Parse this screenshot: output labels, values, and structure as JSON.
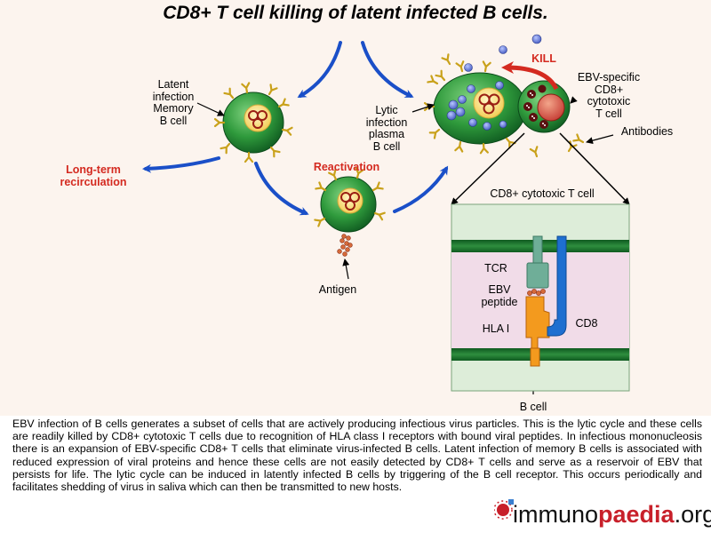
{
  "title": "CD8+ T cell killing of latent infected B cells.",
  "labels": {
    "latent_infection": "Latent\ninfection\nMemory\nB cell",
    "long_term": "Long-term\nrecirculation",
    "reactivation": "Reactivation",
    "antigen": "Antigen",
    "lytic_infection": "Lytic\ninfection\nplasma\nB cell",
    "kill": "KILL",
    "ebv_specific": "EBV-specific\nCD8+\ncytotoxic\nT cell",
    "antibodies": "Antibodies",
    "cd8_cytotoxic": "CD8+ cytotoxic T cell",
    "tcr": "TCR",
    "ebv_peptide": "EBV\npeptide",
    "hla": "HLA I",
    "cd8": "CD8",
    "b_cell": "B cell"
  },
  "description": "EBV infection of B cells generates a subset of cells that are actively producing infectious virus particles. This is the lytic cycle and these cells are readily killed by CD8+ cytotoxic T cells due to recognition of HLA class I receptors with bound viral peptides. In infectious mononucleosis there is an expansion of EBV-specific CD8+ T cells that eliminate virus-infected B cells. Latent infection of memory B cells is associated with reduced expression of viral proteins and hence these cells are not easily detected by CD8+ T cells and serve as a reservoir of EBV that persists for life. The lytic cycle can be induced in latently infected B cells by triggering of the B cell receptor. This occurs periodically and facilitates shedding of virus in saliva which can then be transmitted to new hosts.",
  "logo": {
    "prefix": "immuno",
    "highlight": "paedia",
    "suffix": ".org"
  },
  "colors": {
    "cell_green": "#2f9a3c",
    "arrow_blue": "#1a4fc8",
    "kill_red": "#d42a20",
    "membrane_green": "#1e7a34",
    "hla_orange": "#f39a1e",
    "cd8_blue": "#1e6fd0",
    "tcr_green": "#6fae98"
  }
}
